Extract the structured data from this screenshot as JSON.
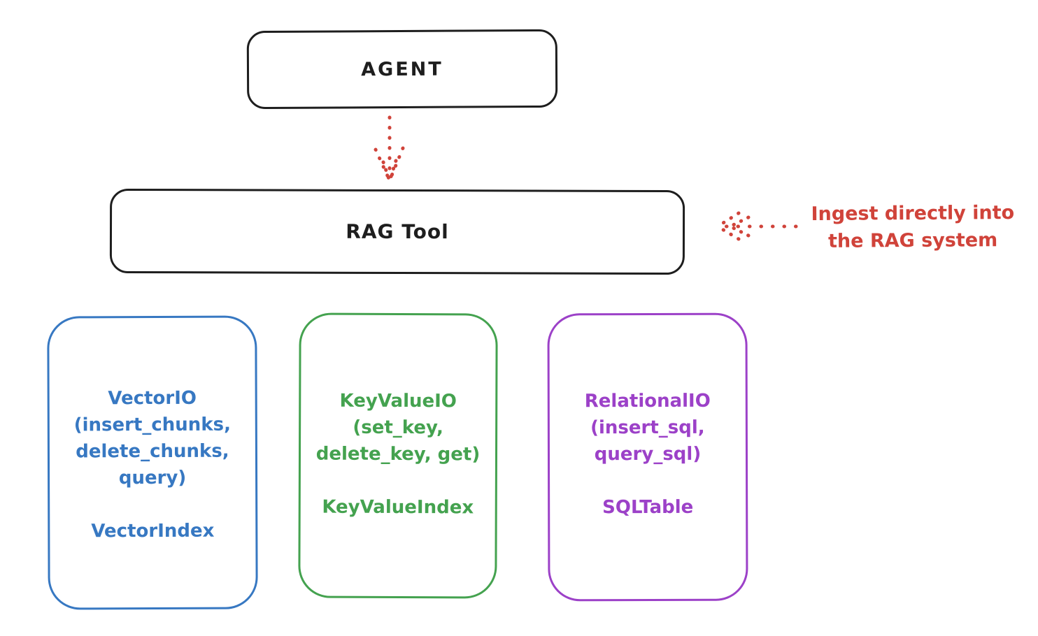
{
  "diagram": {
    "title_implicit": "RAG Tool architecture sketch",
    "agent_box": {
      "label": "AGENT"
    },
    "rag_box": {
      "label": "RAG Tool"
    },
    "annotation": {
      "line1": "Ingest directly into",
      "line2": "the RAG system",
      "color": "#d0433a"
    },
    "arrows": [
      {
        "name": "agent-to-rag-arrow",
        "style": "dotted",
        "color": "#d0433a",
        "direction": "down"
      },
      {
        "name": "ingest-annotation-arrow",
        "style": "dotted",
        "color": "#d0433a",
        "direction": "left"
      }
    ],
    "cards": [
      {
        "id": "vector-io",
        "color": "#3778c2",
        "lines": [
          "VectorIO",
          "(insert_chunks,",
          "delete_chunks,",
          "query)",
          "",
          "VectorIndex"
        ]
      },
      {
        "id": "keyvalue-io",
        "color": "#44a24f",
        "lines": [
          "KeyValueIO",
          "(set_key,",
          "delete_key, get)",
          "",
          "KeyValueIndex"
        ]
      },
      {
        "id": "relational-io",
        "color": "#9c41c8",
        "lines": [
          "RelationalIO",
          "(insert_sql,",
          "query_sql)",
          "",
          "SQLTable"
        ]
      }
    ],
    "colors": {
      "ink": "#1e1e1e",
      "red": "#d0433a",
      "blue": "#3778c2",
      "green": "#44a24f",
      "purple": "#9c41c8",
      "background": "#ffffff"
    }
  }
}
